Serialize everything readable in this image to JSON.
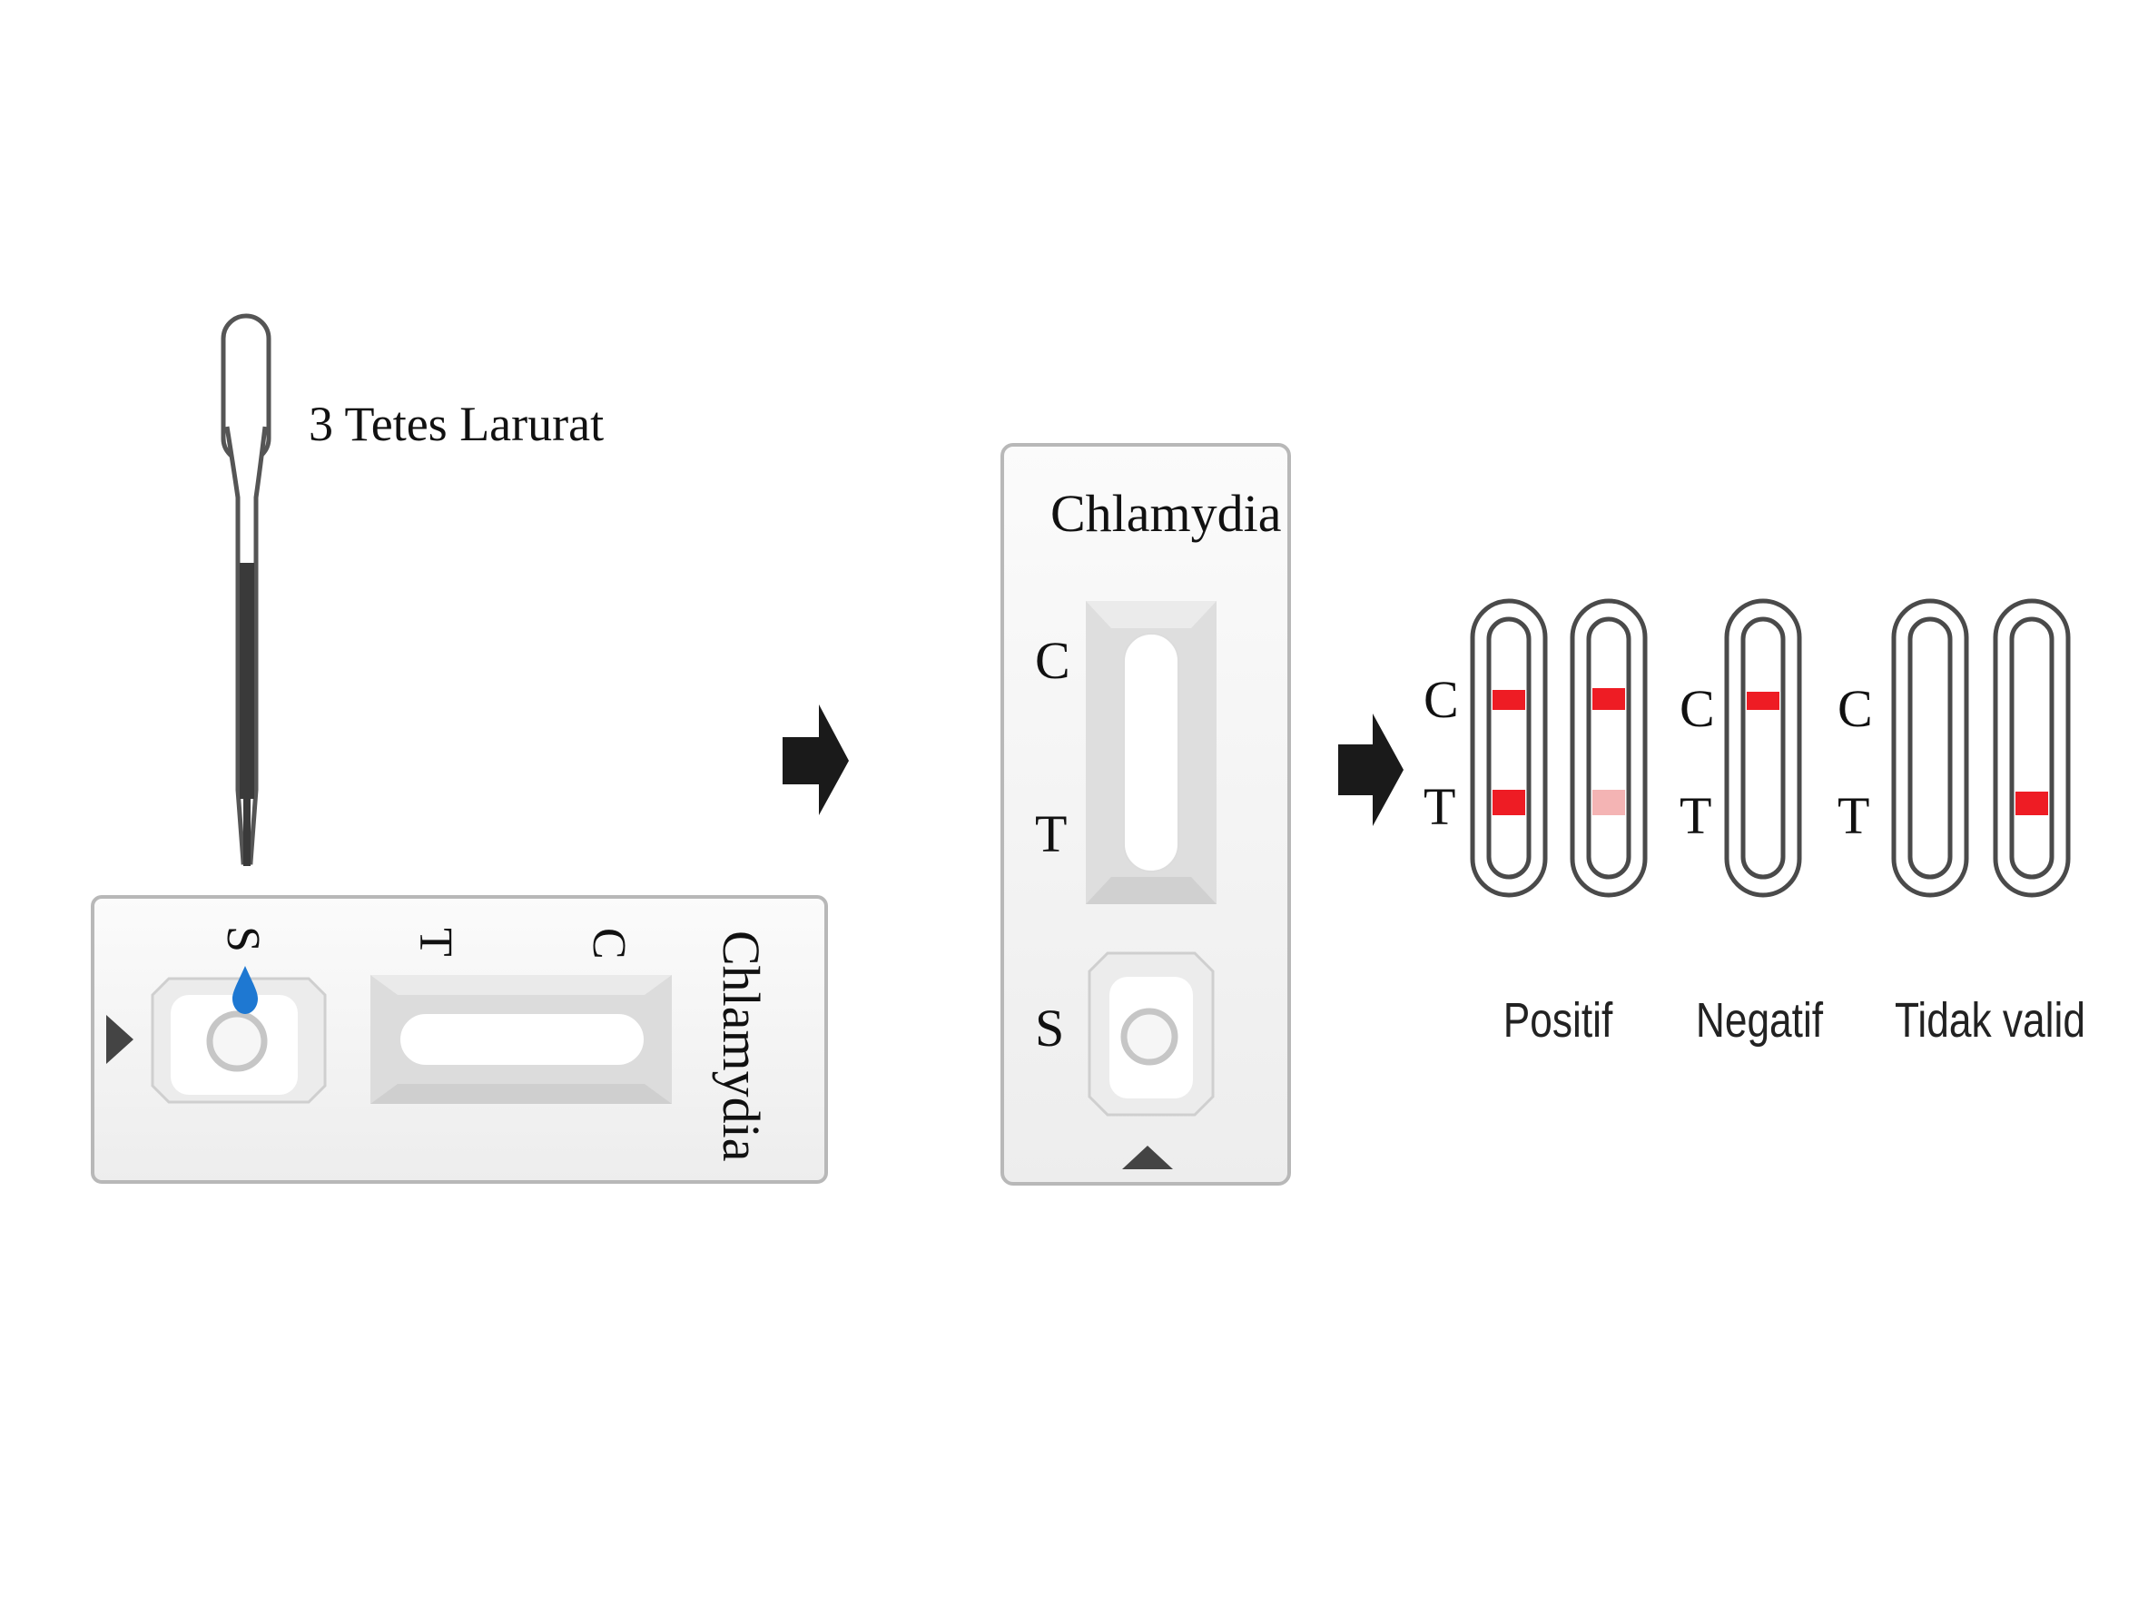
{
  "step1": {
    "instruction": "3 Tetes Larurat",
    "cassette_brand": "Chlamydia",
    "label_s": "S",
    "label_t": "T",
    "label_c": "C"
  },
  "step2": {
    "cassette_brand": "Chlamydia",
    "label_c": "C",
    "label_t": "T",
    "label_s": "S"
  },
  "results": {
    "label_c": "C",
    "label_t": "T",
    "positive_label": "Positif",
    "negative_label": "Negatif",
    "invalid_label": "Tidak valid"
  },
  "colors": {
    "line_red": "#ee1c24",
    "line_faint": "#f4b4b4",
    "drop_blue": "#1e78d2",
    "arrow": "#1a1a1a"
  }
}
